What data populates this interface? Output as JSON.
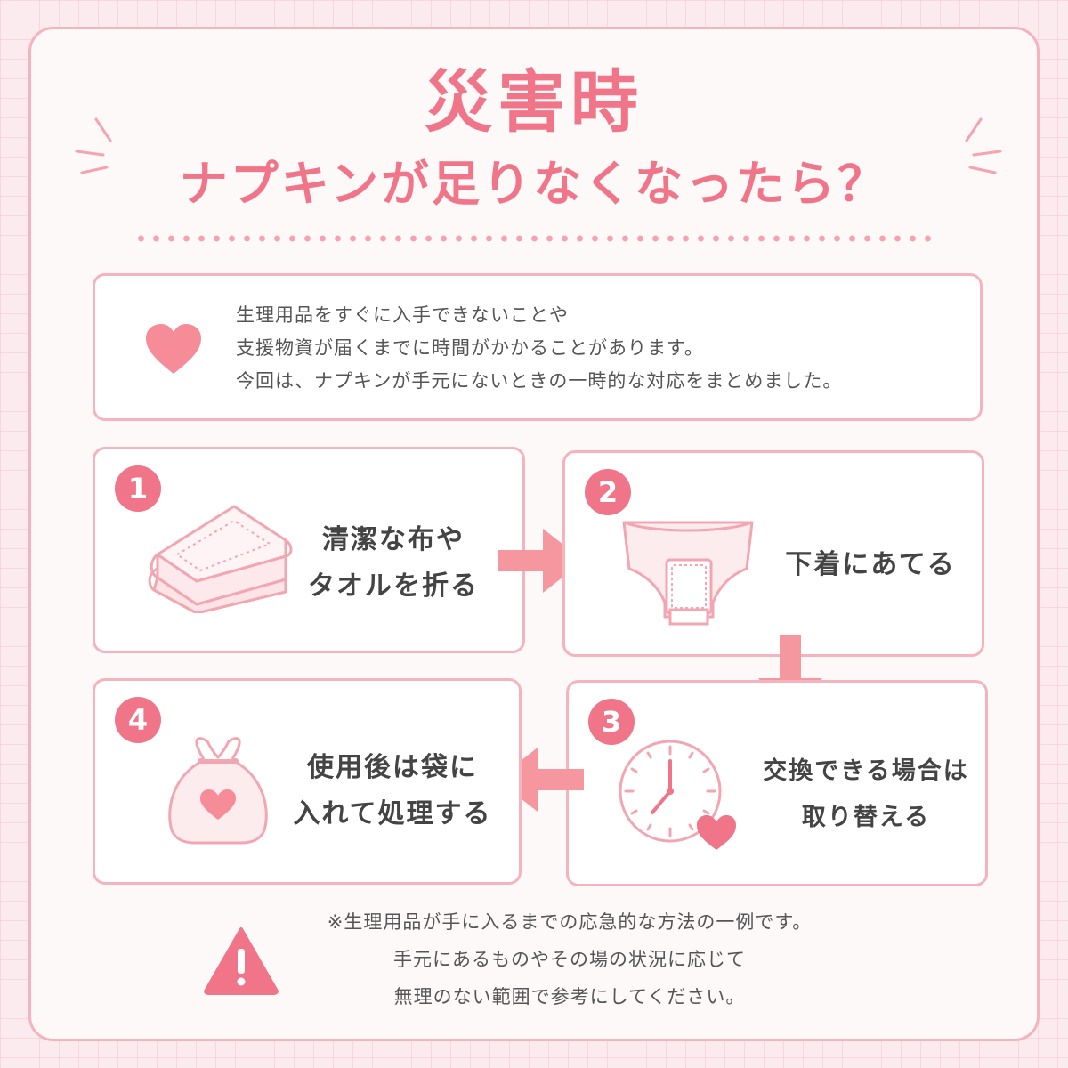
{
  "title": {
    "line1": "災害時",
    "line2": "ナプキンが足りなくなったら？"
  },
  "intro": {
    "icon": "heart-icon",
    "lines": [
      "生理用品をすぐに入手できないことや",
      "支援物資が届くまでに時間がかかることがあります。",
      "今回は、ナプキンが手元にないときの一時的な対応をまとめました。"
    ]
  },
  "steps": [
    {
      "number": "1",
      "line1": "清潔な布や",
      "line2": "タオルを折る",
      "icon": "folded-towel-icon"
    },
    {
      "number": "2",
      "line1": "下着にあてる",
      "icon": "underwear-icon"
    },
    {
      "number": "3",
      "line1": "交換できる場合は",
      "line2": "取り替える",
      "icon": "clock-icon"
    },
    {
      "number": "4",
      "line1": "使用後は袋に",
      "line2": "入れて処理する",
      "icon": "bag-icon"
    }
  ],
  "note": {
    "icon": "warning-icon",
    "lines": [
      "※生理用品が手に入るまでの応急的な方法の一例です。",
      "手元にあるものやその場の状況に応じて",
      "無理のない範囲で参考にしてください。"
    ]
  },
  "colors": {
    "accent": "#f07588",
    "border": "#f5b3bd",
    "background": "#fcebee",
    "arrow": "#f6969f"
  }
}
